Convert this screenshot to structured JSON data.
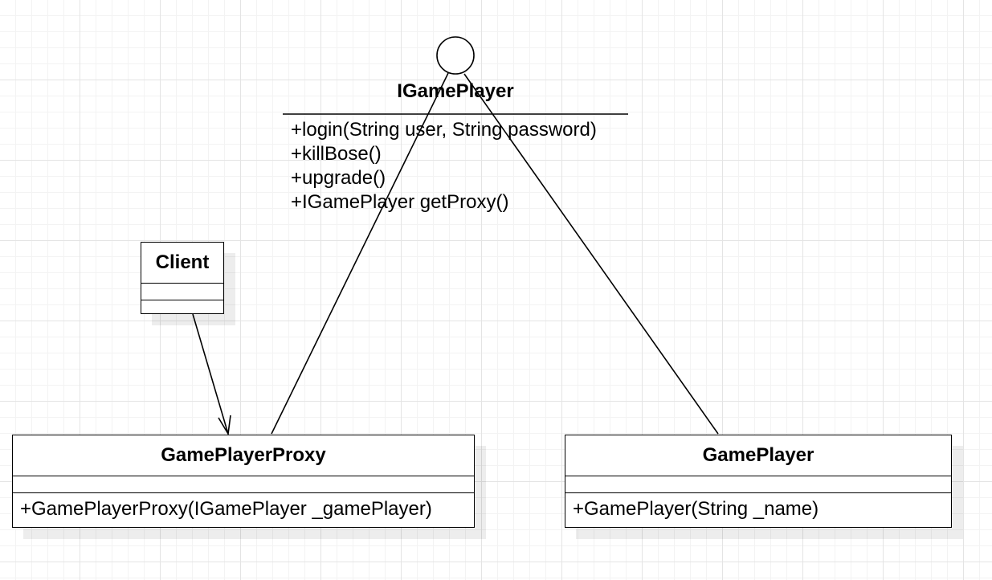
{
  "diagram": {
    "interface": {
      "name": "IGamePlayer",
      "operations": [
        "+login(String user, String password)",
        "+killBose()",
        "+upgrade()",
        "+IGamePlayer getProxy()"
      ]
    },
    "classes": {
      "client": {
        "name": "Client"
      },
      "proxy": {
        "name": "GamePlayerProxy",
        "operation": "+GamePlayerProxy(IGamePlayer _gamePlayer)"
      },
      "player": {
        "name": "GamePlayer",
        "operation": "+GamePlayer(String _name)"
      }
    },
    "relations": [
      {
        "from": "GamePlayerProxy",
        "to": "IGamePlayer",
        "type": "realization (lollipop)"
      },
      {
        "from": "GamePlayer",
        "to": "IGamePlayer",
        "type": "realization (lollipop)"
      },
      {
        "from": "Client",
        "to": "GamePlayerProxy",
        "type": "association"
      }
    ]
  }
}
